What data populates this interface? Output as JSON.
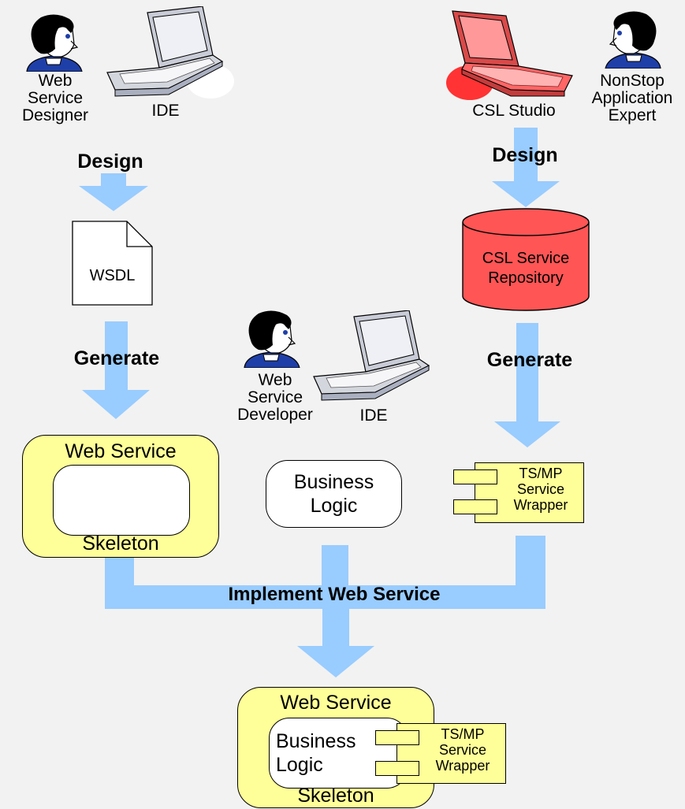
{
  "actors": {
    "ws_designer": "Web\nService\nDesigner",
    "ide_designer": "IDE",
    "csl_studio": "CSL Studio",
    "nonstop_expert": "NonStop\nApplication\nExpert",
    "ws_developer": "Web\nService\nDeveloper",
    "ide_developer": "IDE"
  },
  "steps": {
    "design_left": "Design",
    "design_right": "Design",
    "generate_left": "Generate",
    "generate_right": "Generate",
    "implement": "Implement Web Service"
  },
  "artifacts": {
    "wsdl": "WSDL",
    "csl_repository": "CSL Service\nRepository",
    "web_service_top": "Web Service",
    "skeleton_top": "Skeleton",
    "business_logic_mid": "Business\nLogic",
    "tsmp_wrapper_mid": "TS/MP\nService\nWrapper",
    "web_service_final": "Web Service",
    "business_logic_final": "Business\nLogic",
    "tsmp_wrapper_final": "TS/MP\nService\nWrapper",
    "skeleton_final": "Skeleton"
  },
  "colors": {
    "arrow": "#99ccff",
    "yellow_box": "#ffff99",
    "repository_red": "#ff5555",
    "background": "#f2f2f2"
  },
  "icons": {
    "person": "person-icon",
    "laptop": "laptop-icon",
    "document": "document-icon",
    "database": "database-icon",
    "component": "component-icon"
  }
}
